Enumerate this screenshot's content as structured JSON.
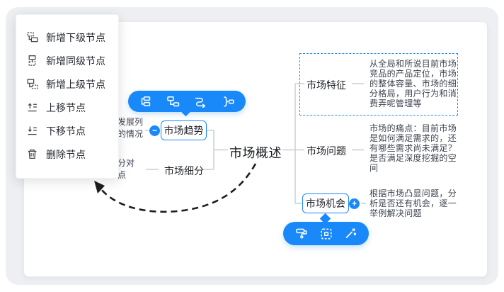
{
  "accent_color": "#1989fa",
  "connector_color": "#c9ced7",
  "selection_dash_color": "#2a8cf4",
  "context_menu": {
    "items": [
      {
        "label": "新增下级节点",
        "icon": "add-child-node-icon"
      },
      {
        "label": "新增同级节点",
        "icon": "add-sibling-node-icon"
      },
      {
        "label": "新增上级节点",
        "icon": "add-parent-node-icon"
      },
      {
        "label": "上移节点",
        "icon": "move-node-up-icon"
      },
      {
        "label": "下移节点",
        "icon": "move-node-down-icon"
      },
      {
        "label": "删除节点",
        "icon": "delete-node-icon"
      }
    ]
  },
  "mindmap": {
    "root": {
      "label": "市场概述"
    },
    "left_branch": {
      "trend": {
        "label": "市场趋势",
        "collapse_badge": "−",
        "note_fragment": "发展列\n的情况"
      },
      "segment": {
        "label": "市场细分",
        "note_fragment": "分对\n点"
      }
    },
    "right_branch": {
      "feature": {
        "label": "市场特征",
        "note": "从全局和所说目前市场竞品的产品定位，市场的整体容量、市场的细分格局，用户行为和消费弄呢管理等"
      },
      "problem": {
        "label": "市场问题",
        "note": "市场的痛点：目前市场是如何满足需求的，还有哪些需求尚未满足？是否满足深度挖掘的空间"
      },
      "opportunity": {
        "label": "市场机会",
        "expand_badge": "+",
        "note": "根据市场凸显问题，分析是否还有机会，逐一举例解决问题"
      }
    }
  },
  "node_toolbar": {
    "icons": [
      "insert-sibling-icon",
      "insert-child-icon",
      "relation-line-icon",
      "summary-icon"
    ]
  },
  "canvas_toolbar": {
    "icons": [
      "format-painter-icon",
      "marquee-select-icon",
      "magic-wand-icon"
    ]
  }
}
